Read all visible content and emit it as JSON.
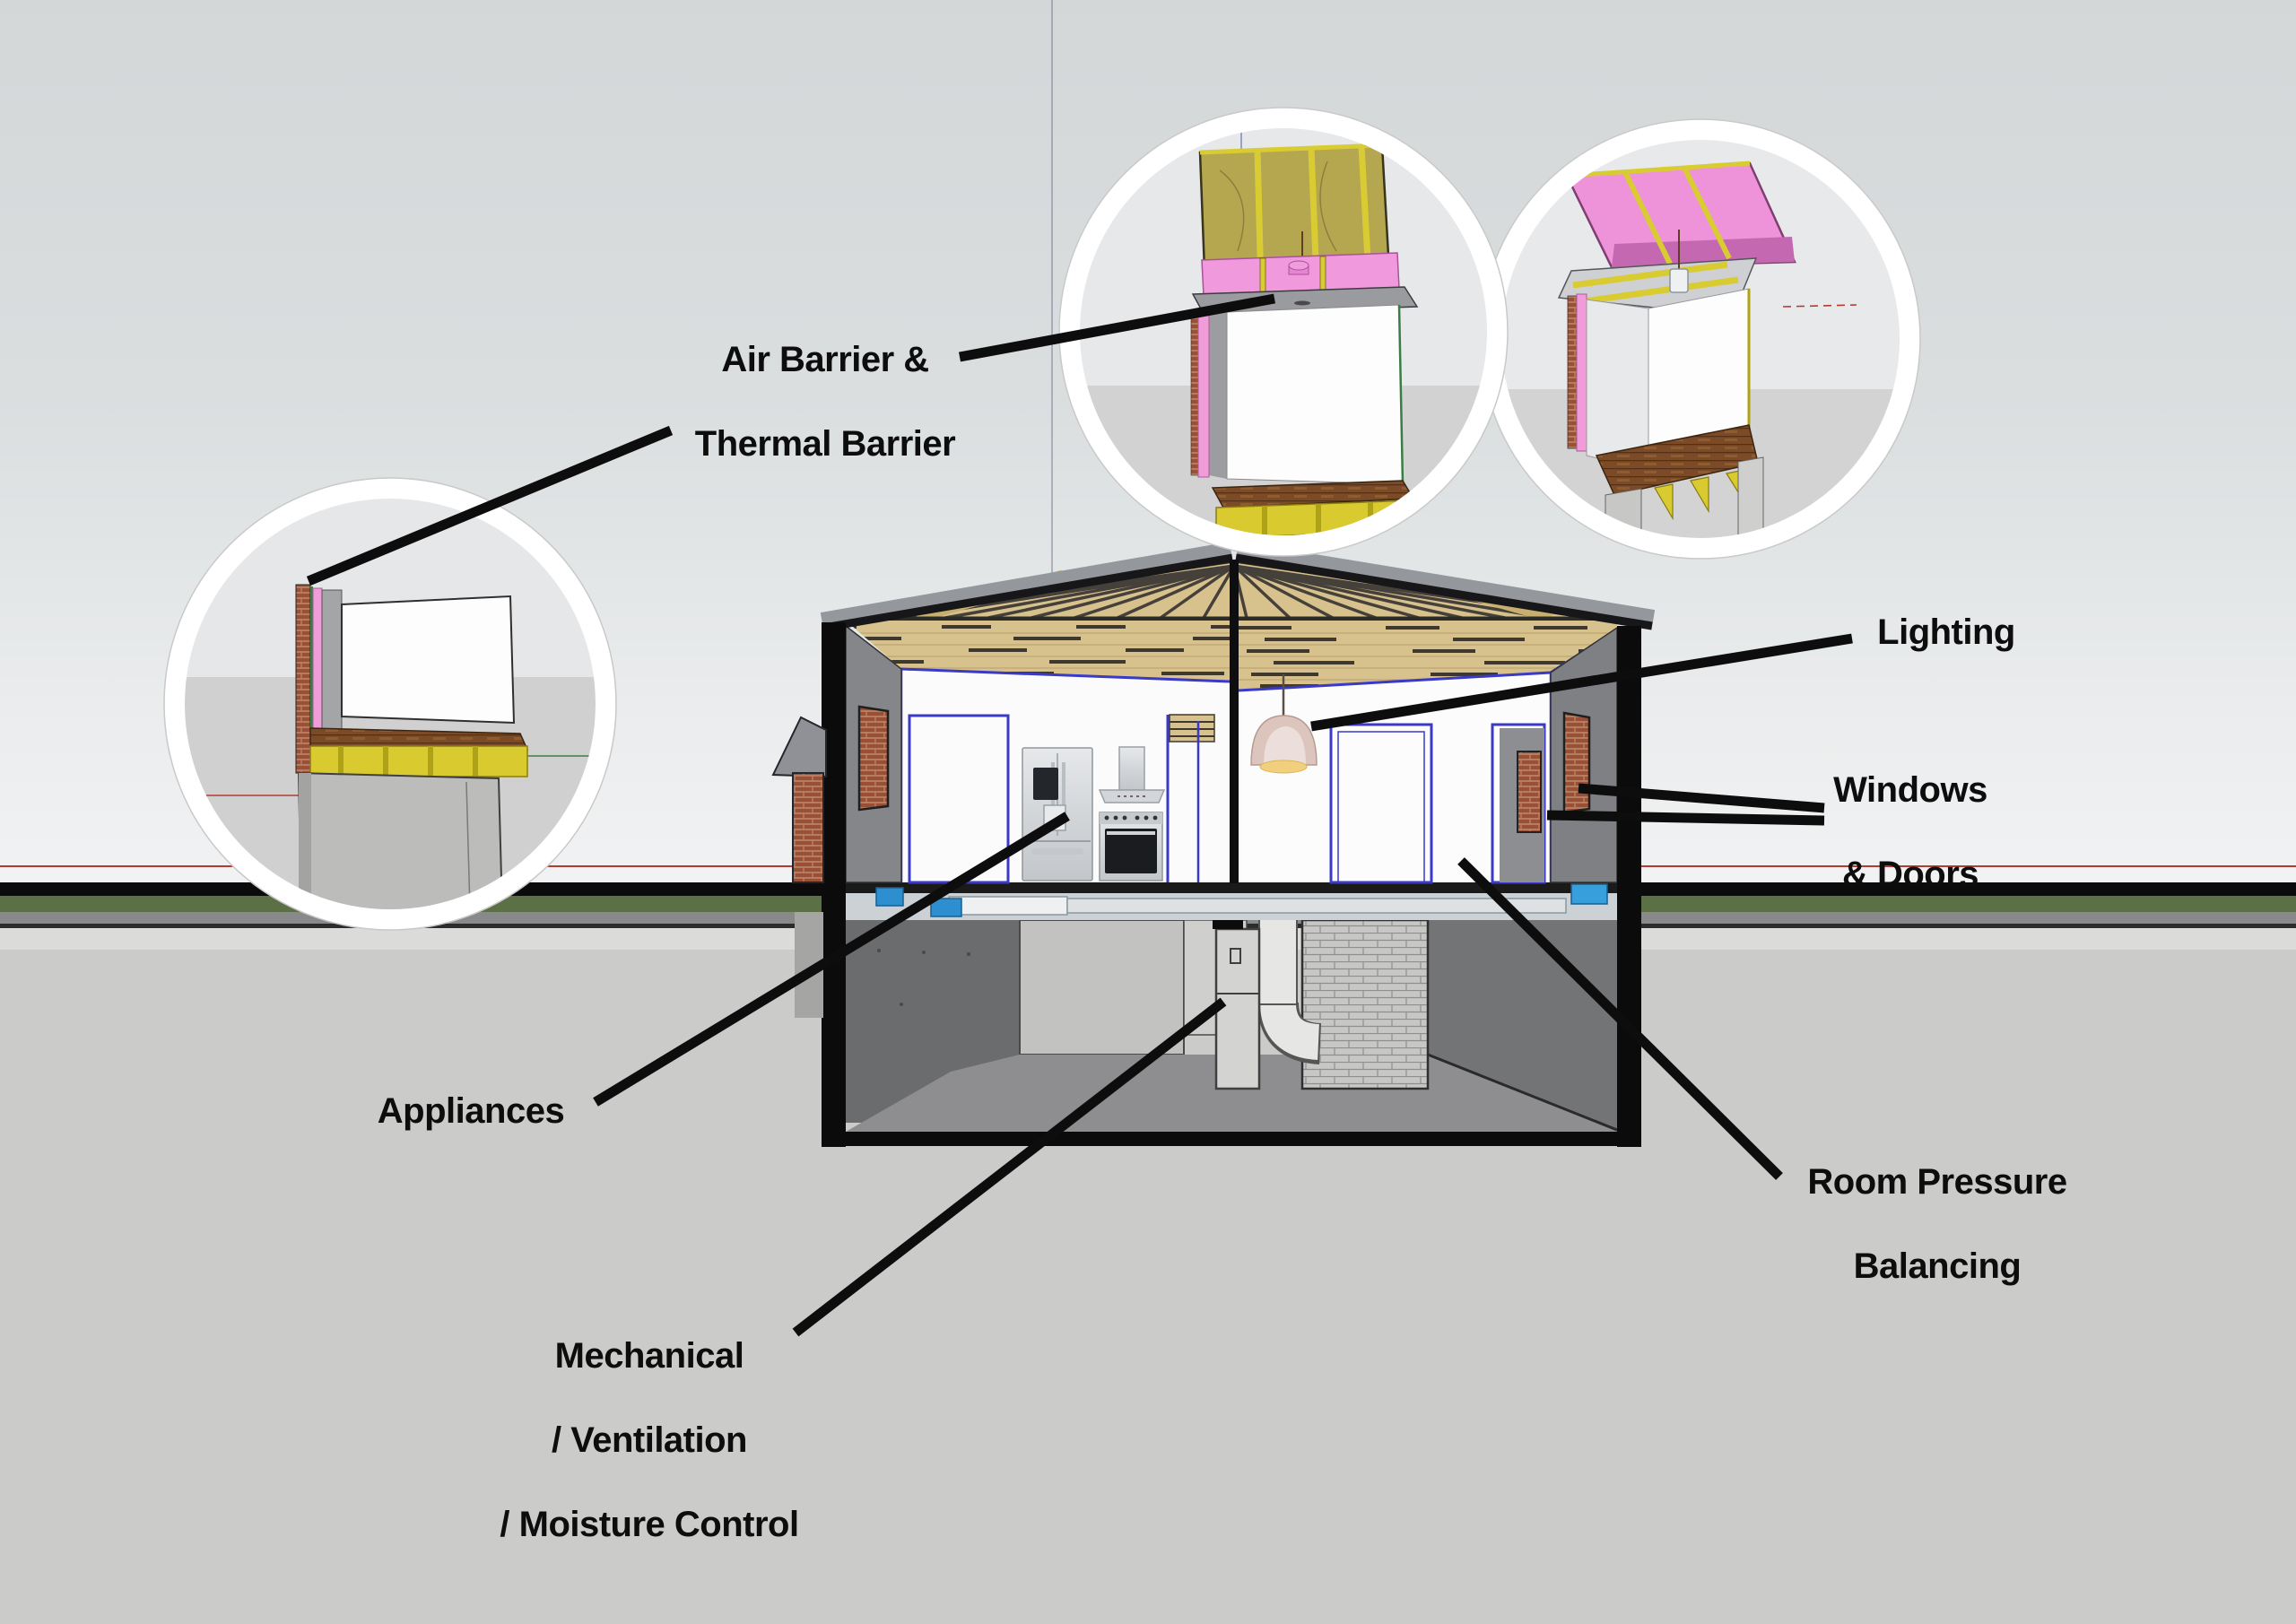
{
  "diagram": {
    "subject": "house-cross-section-building-science-callouts",
    "labels": {
      "air_barrier": {
        "line1": "Air Barrier &",
        "line2": "Thermal Barrier"
      },
      "lighting": "Lighting",
      "windows_doors": {
        "line1": "Windows",
        "line2": "& Doors"
      },
      "appliances": "Appliances",
      "room_pressure": {
        "line1": "Room Pressure",
        "line2": "Balancing"
      },
      "mechanical": {
        "line1": "Mechanical",
        "line2": "/ Ventilation",
        "line3": "/ Moisture Control"
      }
    },
    "insets": [
      {
        "name": "wall-floor-foundation-detail",
        "position": "left"
      },
      {
        "name": "attic-kneewall-plywood-lid-detail",
        "position": "top-middle"
      },
      {
        "name": "roof-insulation-lid-detail",
        "position": "top-right"
      }
    ],
    "colors": {
      "sky": "#d6dadb",
      "foreground_ground": "#cbcbc9",
      "grass_band": "#5c7045",
      "ground_line": "#0b0b0c",
      "horizon_red_line": "#b23b33",
      "insulation_pink": "#ef9cd8",
      "joist_yellow": "#d8ca2f",
      "plywood_khaki": "#b5a750",
      "truss_wood": "#d7c28e",
      "edge_blue": "#3a3ac6",
      "leader_black": "#0d0d0d",
      "wall_gray": "#85868a",
      "drywall_white": "#fcfcfc",
      "brick_red": "#9a4f37"
    }
  }
}
